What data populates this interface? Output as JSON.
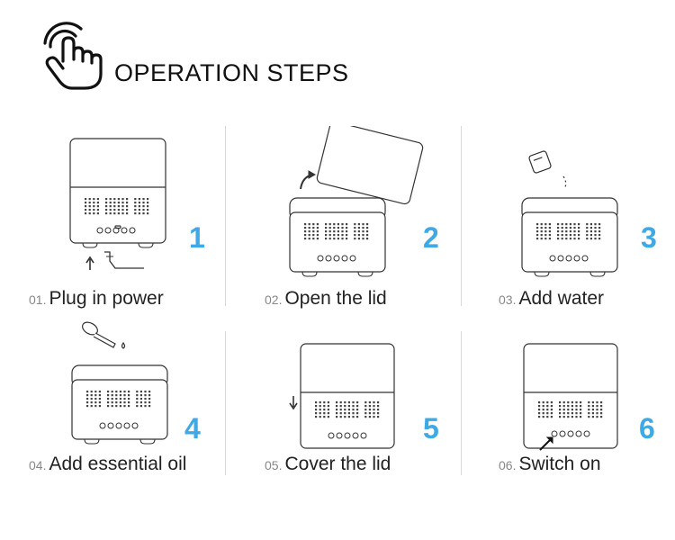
{
  "header": {
    "title": "OPERATION STEPS",
    "icon": "hand-pointer-icon"
  },
  "accent_color": "#3fa9e6",
  "steps": [
    {
      "number": "1",
      "index": "01.",
      "label": "Plug in power"
    },
    {
      "number": "2",
      "index": "02.",
      "label": "Open the lid"
    },
    {
      "number": "3",
      "index": "03.",
      "label": "Add water"
    },
    {
      "number": "4",
      "index": "04.",
      "label": "Add essential oil"
    },
    {
      "number": "5",
      "index": "05.",
      "label": "Cover the lid"
    },
    {
      "number": "6",
      "index": "06.",
      "label": "Switch on"
    }
  ]
}
